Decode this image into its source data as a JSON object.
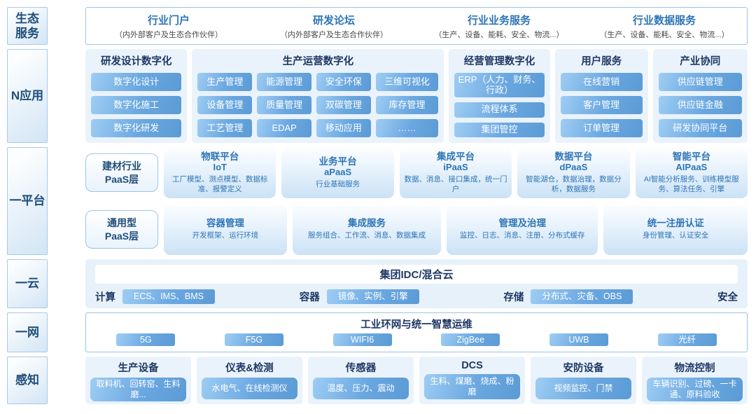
{
  "colors": {
    "accent_dark": "#1f4e79",
    "header_navy": "#1f3864",
    "title_blue": "#2e75b6",
    "panel_bg": "#eaf3fb",
    "border_blue": "#9dc3e6",
    "chip_gradient_from": "#9ecdf4",
    "chip_gradient_to": "#5b9bd5"
  },
  "layers": {
    "eco": {
      "label_l1": "生态",
      "label_l2": "服务",
      "items": [
        {
          "title": "行业门户",
          "caption": "（内外部客户及生态合作伙伴）"
        },
        {
          "title": "研发论坛",
          "caption": "（内外部客户及生态合作伙伴）"
        },
        {
          "title": "行业业务服务",
          "caption": "（生产、设备、能耗、安全、物流...）"
        },
        {
          "title": "行业数据服务",
          "caption": "（生产、设备、能耗、安全、物流...）"
        }
      ]
    },
    "apps": {
      "label_l1": "N应用",
      "groups": [
        {
          "title": "研发设计数字化",
          "buttons": [
            "数字化设计",
            "数字化施工",
            "数字化研发"
          ]
        },
        {
          "title": "生产运营数字化",
          "buttons": [
            "生产管理",
            "能源管理",
            "安全环保",
            "三维可视化",
            "设备管理",
            "质量管理",
            "双碳管理",
            "库存管理",
            "工艺管理",
            "EDAP",
            "移动应用",
            "……"
          ]
        },
        {
          "title": "经营管理数字化",
          "buttons": [
            "ERP（人力、财务、行政）",
            "流程体系",
            "集团管控"
          ]
        },
        {
          "title": "用户服务",
          "buttons": [
            "在线营销",
            "客户管理",
            "订单管理"
          ]
        },
        {
          "title": "产业协同",
          "buttons": [
            "供应链管理",
            "供应链金融",
            "研发协同平台"
          ]
        }
      ]
    },
    "platform": {
      "label_l1": "一平台",
      "industry": {
        "tag_line1": "建材行业",
        "tag_line2": "PaaS层",
        "tiles": [
          {
            "title": "物联平台",
            "subtitle": "IoT",
            "desc": "工厂模型、测点模型、数据标准、报警定义"
          },
          {
            "title": "业务平台",
            "subtitle": "aPaaS",
            "desc": "行业基础服务"
          },
          {
            "title": "集成平台",
            "subtitle": "iPaaS",
            "desc": "数据、消息、接口集成，统一门户"
          },
          {
            "title": "数据平台",
            "subtitle": "dPaaS",
            "desc": "智能湖仓，数据治理，数据分析，数据服务"
          },
          {
            "title": "智能平台",
            "subtitle": "AIPaaS",
            "desc": "AI智能分析服务、训练模型服务、算法任务、引擎"
          }
        ]
      },
      "general": {
        "tag_line1": "通用型",
        "tag_line2": "PaaS层",
        "tiles": [
          {
            "title": "容器管理",
            "desc": "开发框架、运行环境"
          },
          {
            "title": "集成服务",
            "desc": "服务组合、工作流、消息、数据集成"
          },
          {
            "title": "管理及治理",
            "desc": "监控、日志、消息、注册、分布式缓存"
          },
          {
            "title": "统一注册认证",
            "desc": "身份管理、认证安全"
          }
        ]
      }
    },
    "cloud": {
      "label_l1": "一云",
      "title": "集团IDC/混合云",
      "groups": [
        {
          "name": "计算",
          "chip": "ECS、IMS、BMS"
        },
        {
          "name": "容器",
          "chip": "镜像、实例、引擎"
        },
        {
          "name": "存储",
          "chip": "分布式、灾备、OBS"
        },
        {
          "name": "安全"
        }
      ]
    },
    "network": {
      "label_l1": "一网",
      "title": "工业环网与统一智慧运维",
      "chips": [
        "5G",
        "F5G",
        "WIFI6",
        "ZigBee",
        "UWB",
        "光纤"
      ]
    },
    "perception": {
      "label_l1": "感知",
      "groups": [
        {
          "title": "生产设备",
          "chip": "取料机、回转窑、生料磨..."
        },
        {
          "title": "仪表&检测",
          "chip": "水电气、在线检测仪"
        },
        {
          "title": "传感器",
          "chip": "温度、压力、震动"
        },
        {
          "title": "DCS",
          "chip": "生料、煤磨、烧成、粉磨"
        },
        {
          "title": "安防设备",
          "chip": "视频监控、门禁"
        },
        {
          "title": "物流控制",
          "chip": "车辆识别、过磅、一卡通、原料验收"
        }
      ]
    }
  }
}
